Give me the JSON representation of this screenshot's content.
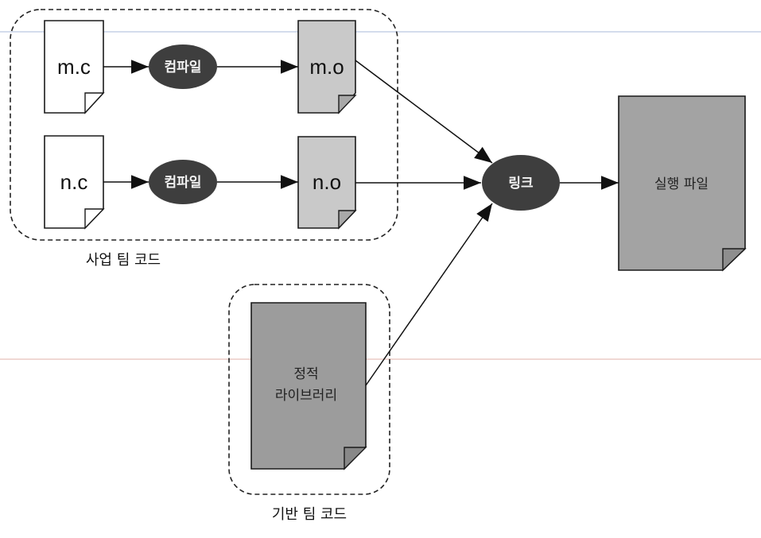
{
  "diagram": {
    "title": "",
    "colors": {
      "source_file_fill": "#ffffff",
      "object_file_fill": "#c9c9c9",
      "library_fill": "#9c9c9c",
      "executable_fill": "#a3a3a3",
      "process_fill": "#3e3e3e",
      "process_text": "#f2f2f2",
      "stroke": "#1a1a1a",
      "scan_line_top": "#d4dcec",
      "scan_line_mid": "#f0d8d4"
    },
    "groups": {
      "business_team": {
        "label": "사업 팀 코드"
      },
      "infra_team": {
        "label": "기반 팀 코드"
      }
    },
    "files": {
      "m_c": {
        "label": "m.c",
        "kind": "source"
      },
      "n_c": {
        "label": "n.c",
        "kind": "source"
      },
      "m_o": {
        "label": "m.o",
        "kind": "object"
      },
      "n_o": {
        "label": "n.o",
        "kind": "object"
      },
      "static_lib": {
        "label_line1": "정적",
        "label_line2": "라이브러리",
        "kind": "library"
      },
      "executable": {
        "label": "실행 파일",
        "kind": "executable"
      }
    },
    "processes": {
      "compile_1": {
        "label": "컴파일"
      },
      "compile_2": {
        "label": "컴파일"
      },
      "link": {
        "label": "링크"
      }
    },
    "edges": [
      {
        "from": "m.c",
        "to": "컴파일"
      },
      {
        "from": "컴파일",
        "to": "m.o"
      },
      {
        "from": "n.c",
        "to": "컴파일"
      },
      {
        "from": "컴파일",
        "to": "n.o"
      },
      {
        "from": "m.o",
        "to": "링크"
      },
      {
        "from": "n.o",
        "to": "링크"
      },
      {
        "from": "정적 라이브러리",
        "to": "링크"
      },
      {
        "from": "링크",
        "to": "실행 파일"
      }
    ]
  }
}
